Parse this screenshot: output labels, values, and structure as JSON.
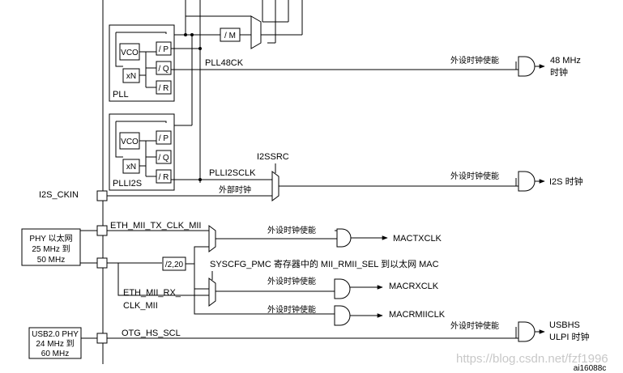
{
  "pll": {
    "name": "PLL",
    "vco": "VCO",
    "xn": "xN",
    "div_p": "/ P",
    "div_q": "/ Q",
    "div_r": "/ R",
    "div_m": "/ M"
  },
  "plli2s": {
    "name": "PLLI2S",
    "vco": "VCO",
    "xn": "xN",
    "div_p": "/ P",
    "div_q": "/ Q",
    "div_r": "/ R"
  },
  "signals": {
    "pll48ck": "PLL48CK",
    "i2ssrc": "I2SSRC",
    "plli2sclk": "PLLI2SCLK",
    "ext_clock": "外部时钟",
    "i2s_ckin": "I2S_CKIN",
    "eth_tx": "ETH_MII_TX_CLK_MII",
    "div_2_20": "/2,20",
    "syscfg": "SYSCFG_PMC 寄存器中的 MII_RMII_SEL 到以太网 MAC",
    "eth_rx_1": "ETH_MII_RX_",
    "eth_rx_2": "CLK_MII",
    "otg": "OTG_HS_SCL"
  },
  "sources": {
    "phy_eth": [
      "PHY 以太网",
      "25 MHz 到",
      "50 MHz"
    ],
    "phy_usb": [
      "USB2.0 PHY",
      "24 MHz 到",
      "60 MHz"
    ]
  },
  "enables": {
    "e1": "外设时钟使能",
    "e2": "外设时钟使能",
    "e3": "外设时钟使能",
    "e4": "外设时钟使能",
    "e5": "外设时钟使能",
    "e6": "外设时钟使能"
  },
  "outputs": {
    "mhz48_1": "48 MHz",
    "mhz48_2": "时钟",
    "i2s": "I2S 时钟",
    "mactx": "MACTXCLK",
    "macrx": "MACRXCLK",
    "macrmii": "MACRMIICLK",
    "usbhs_1": "USBHS",
    "usbhs_2": "ULPI 时钟"
  },
  "footer": {
    "figure_id": "ai16088c",
    "watermark": "https://blog.csdn.net/fzf1996"
  }
}
